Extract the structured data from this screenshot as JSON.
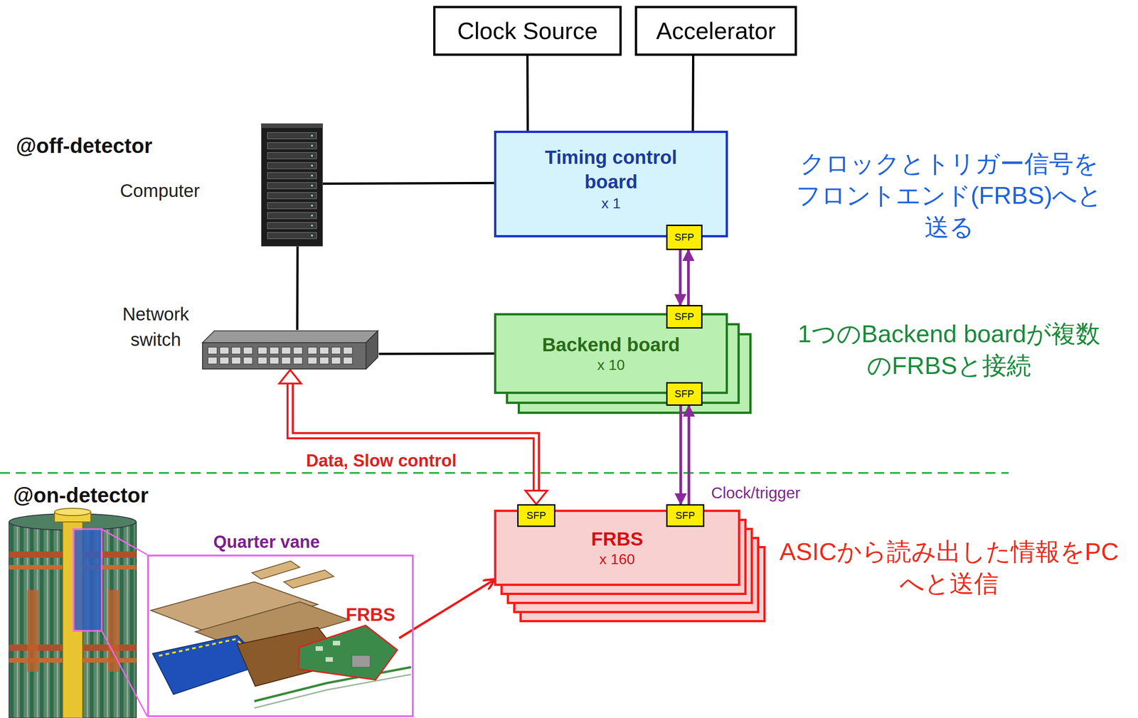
{
  "diagram": {
    "nodes": [
      {
        "text": [
          "Clock Source"
        ]
      },
      {
        "text": [
          "Accelerator"
        ]
      },
      {
        "text": [
          "Computer"
        ]
      },
      {
        "text": [
          "Timing control board",
          "x 1"
        ]
      },
      {
        "text": [
          "SFP"
        ],
        "in": 3
      },
      {
        "text": [
          "Network switch"
        ]
      },
      {
        "text": [
          "Backend board",
          "x 10"
        ]
      },
      {
        "text": [
          "SFP"
        ],
        "in": 6
      },
      {
        "text": [
          "SFP"
        ],
        "in": 6
      },
      {
        "text": [
          "FRBS",
          "x 160"
        ]
      },
      {
        "text": [
          "SFP"
        ],
        "in": 9
      },
      {
        "text": [
          "SFP"
        ],
        "in": 9
      },
      {
        "text": [
          "Quarter vane"
        ]
      },
      {
        "text": [
          "FRBS"
        ],
        "in": 12
      }
    ],
    "edges": [
      {
        "from": 0,
        "to": 3,
        "arrow": "none"
      },
      {
        "from": 1,
        "to": 3,
        "arrow": "none"
      },
      {
        "from": 2,
        "to": 3,
        "arrow": "none"
      },
      {
        "from": 2,
        "to": 5,
        "arrow": "none"
      },
      {
        "from": 5,
        "to": 6,
        "arrow": "none"
      },
      {
        "from": 5,
        "to": 10,
        "label": "Data, Slow control",
        "arrow": "both"
      },
      {
        "from": 4,
        "to": 7,
        "arrow": "both"
      },
      {
        "from": 8,
        "to": 11,
        "label": "Clock/trigger",
        "arrow": "both"
      },
      {
        "from": 13,
        "to": 9,
        "arrow": "to"
      }
    ],
    "labels": [
      "@off-detector",
      "クロックとトリガー信号をフロントエンド(FRBS)へと送る",
      "1つのBackend boardが複数のFRBSと接続",
      "@on-detector",
      "ASICから読み出した情報をPCへと送信"
    ]
  }
}
